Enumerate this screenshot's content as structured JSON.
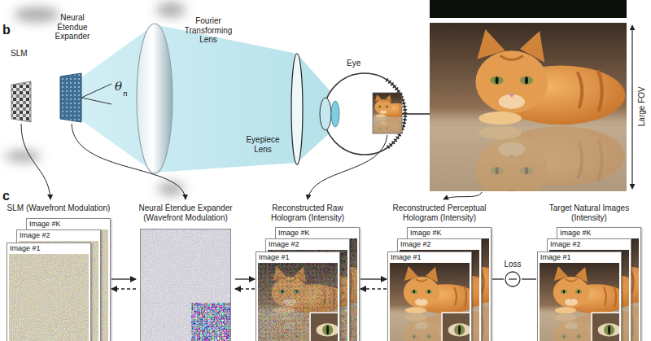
{
  "diagram": {
    "nodes": [
      {
        "text": [
          "SLM (Wavefront Modulation)"
        ]
      },
      {
        "text": [
          "Image #K"
        ],
        "in": 0
      },
      {
        "text": [
          "Image #2"
        ],
        "in": 0
      },
      {
        "text": [
          "Image #1"
        ],
        "in": 0
      },
      {
        "text": [
          "Neural Étendue Expander (Wavefront Modulation)"
        ]
      },
      {
        "text": [
          "Reconstructed Raw Hologram (Intensity)"
        ]
      },
      {
        "text": [
          "Image #K"
        ],
        "in": 5
      },
      {
        "text": [
          "Image #2"
        ],
        "in": 5
      },
      {
        "text": [
          "Image #1"
        ],
        "in": 5
      },
      {
        "text": [
          "Reconstructed Perceptual Hologram (Intensity)"
        ]
      },
      {
        "text": [
          "Image #K"
        ],
        "in": 9
      },
      {
        "text": [
          "Image #2"
        ],
        "in": 9
      },
      {
        "text": [
          "Image #1"
        ],
        "in": 9
      },
      {
        "text": [
          "Loss"
        ]
      },
      {
        "text": [
          "Target Natural Images (Intensity)"
        ]
      },
      {
        "text": [
          "Image #K"
        ],
        "in": 14
      },
      {
        "text": [
          "Image #2"
        ],
        "in": 14
      },
      {
        "text": [
          "Image #1"
        ],
        "in": 14
      }
    ],
    "edges": [
      {
        "from": 0,
        "to": 4,
        "arrow": "to"
      },
      {
        "from": 4,
        "to": 0,
        "arrow": "to"
      },
      {
        "from": 4,
        "to": 5,
        "arrow": "to"
      },
      {
        "from": 5,
        "to": 4,
        "arrow": "to"
      },
      {
        "from": 5,
        "to": 9,
        "arrow": "to"
      },
      {
        "from": 9,
        "to": 5,
        "arrow": "to"
      },
      {
        "from": 9,
        "to": 13,
        "arrow": "none"
      },
      {
        "from": 13,
        "to": 14,
        "arrow": "none"
      }
    ],
    "labels": [
      "b",
      "SLM",
      "Neural Étendue Expander",
      "θ",
      "n",
      "Fourier Transforming Lens",
      "Eyepiece Lens",
      "Eye",
      "Large FOV",
      "c"
    ]
  }
}
